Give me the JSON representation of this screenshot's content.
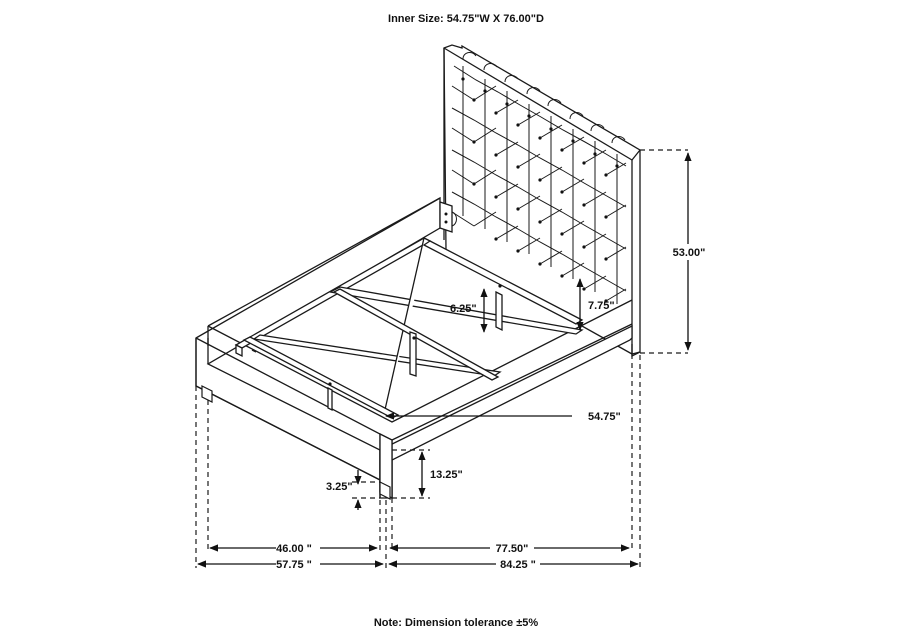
{
  "header": {
    "inner_size": "Inner Size: 54.75\"W X 76.00\"D"
  },
  "footer": {
    "note": "Note: Dimension tolerance ±5%"
  },
  "dimensions": {
    "headboard_height": "53.00\"",
    "rail_height": "7.75\"",
    "slat_clearance": "6.25\"",
    "inner_width": "54.75\"",
    "footboard_height": "13.25\"",
    "leg_height": "3.25\"",
    "inner_width_front": "46.00 \"",
    "inner_length": "77.50\"",
    "overall_width": "57.75 \"",
    "overall_length": "84.25 \""
  }
}
